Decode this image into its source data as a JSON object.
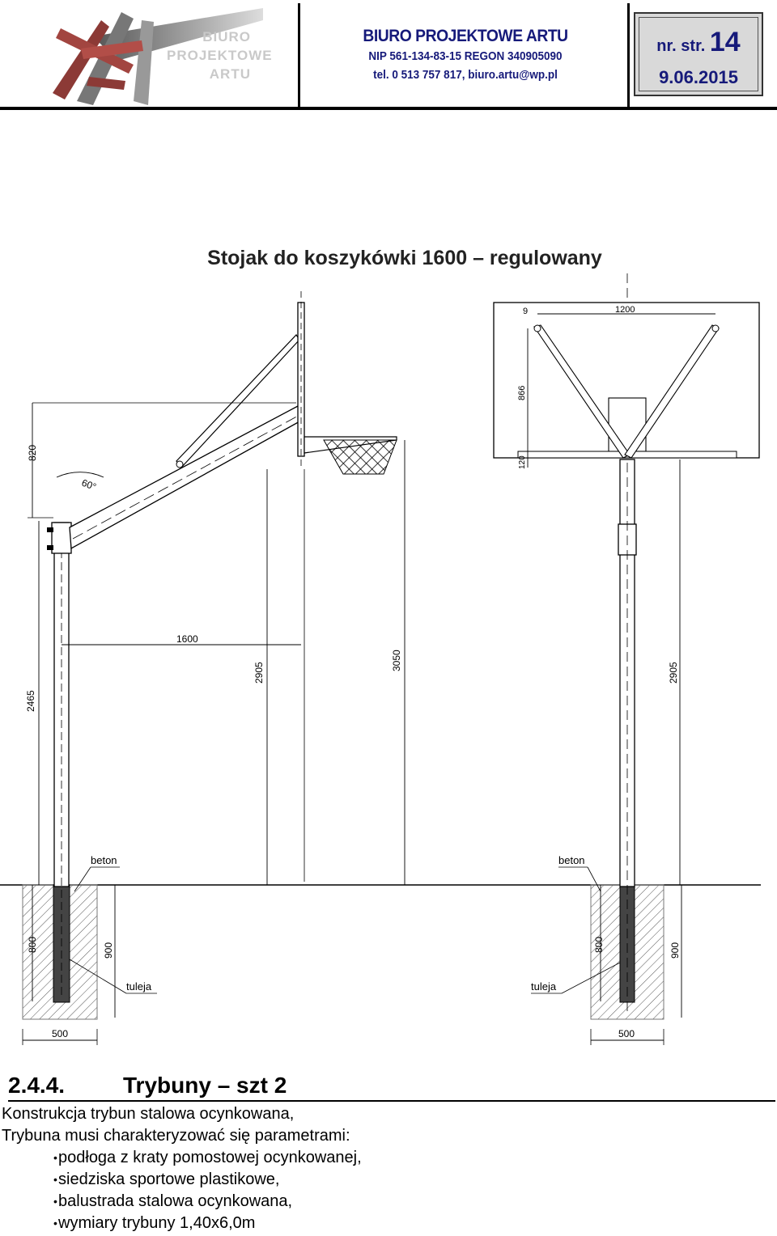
{
  "header": {
    "logo_text": [
      "BIURO",
      "PROJEKTOWE",
      "ARTU"
    ],
    "company_name": "BIURO  PROJEKTOWE  ARTU",
    "company_line1": "NIP  561-134-83-15 REGON 340905090",
    "company_line2": "tel. 0 513 757 817,  biuro.artu@wp.pl",
    "page_label": "nr. str. ",
    "page_number": "14",
    "date": "9.06.2015",
    "brand_color": "#161a7a"
  },
  "drawing": {
    "title": "Stojak do koszykówki 1600 – regulowany",
    "dims_side": {
      "d820": "820",
      "d60": "60°",
      "d1600": "1600",
      "d2465": "2465",
      "d2905": "2905",
      "d3050": "3050",
      "d800": "800",
      "d900": "900",
      "d500": "500"
    },
    "dims_front": {
      "d1200": "1200",
      "d9": "9",
      "d866": "866",
      "d120": "120",
      "d2905": "2905",
      "d800": "800",
      "d900": "900",
      "d500": "500"
    },
    "labels": {
      "beton": "beton",
      "tuleja": "tuleja"
    }
  },
  "section": {
    "number": "2.4.4.",
    "title": "Trybuny – szt 2"
  },
  "body": {
    "line1": "Konstrukcja trybun stalowa ocynkowana,",
    "line2": "Trybuna musi charakteryzować się parametrami:",
    "bullets": [
      "podłoga z kraty pomostowej ocynkowanej,",
      "siedziska sportowe plastikowe,",
      "balustrada stalowa ocynkowana,",
      "wymiary trybuny 1,40x6,0m"
    ],
    "bullet_symbol": "•"
  }
}
